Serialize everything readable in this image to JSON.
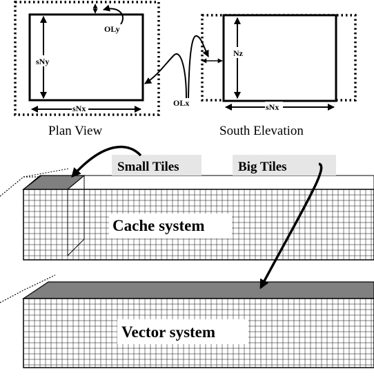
{
  "labels": {
    "ol_y": "OLy",
    "s_ny": "sNy",
    "s_nx_plan": "sNx",
    "plan_view": "Plan View",
    "n_z": "Nz",
    "s_nx_south": "sNx",
    "south_elevation": "South Elevation",
    "ol_x": "OLx",
    "small_tiles": "Small Tiles",
    "big_tiles": "Big Tiles",
    "cache_system": "Cache system",
    "vector_system": "Vector system"
  },
  "colors": {
    "ink": "#000000",
    "tile_fill": "#808080",
    "label_band": "#e6e6e6"
  }
}
